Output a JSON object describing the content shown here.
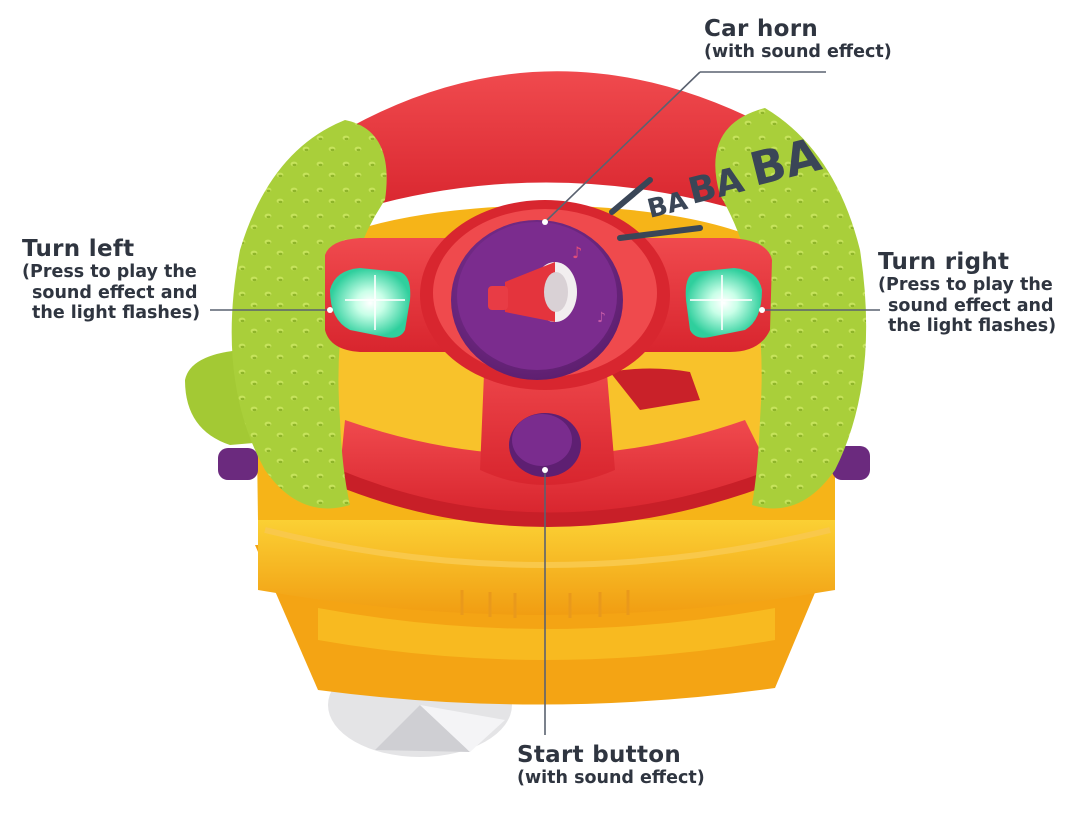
{
  "labels": {
    "car_horn": {
      "title": "Car horn",
      "sub": "(with sound effect)"
    },
    "turn_left": {
      "title": "Turn left",
      "lines": [
        "(Press to play the",
        "sound effect and",
        "the light flashes)"
      ]
    },
    "turn_right": {
      "title": "Turn right",
      "lines": [
        "(Press to play the",
        "sound effect and",
        "the light flashes)"
      ]
    },
    "start_button": {
      "title": "Start button",
      "sub": "(with sound effect)"
    }
  },
  "horn_text": [
    "BA",
    "BA",
    "BA"
  ],
  "colors": {
    "wheel_red": "#e8393f",
    "grip_green": "#a9cf3a",
    "base_yellow": "#f6b418",
    "hub_purple": "#7a2c8c",
    "light_green": "#3fe0b4",
    "label_text": "#2f3540",
    "leader_line": "#5a6270"
  }
}
